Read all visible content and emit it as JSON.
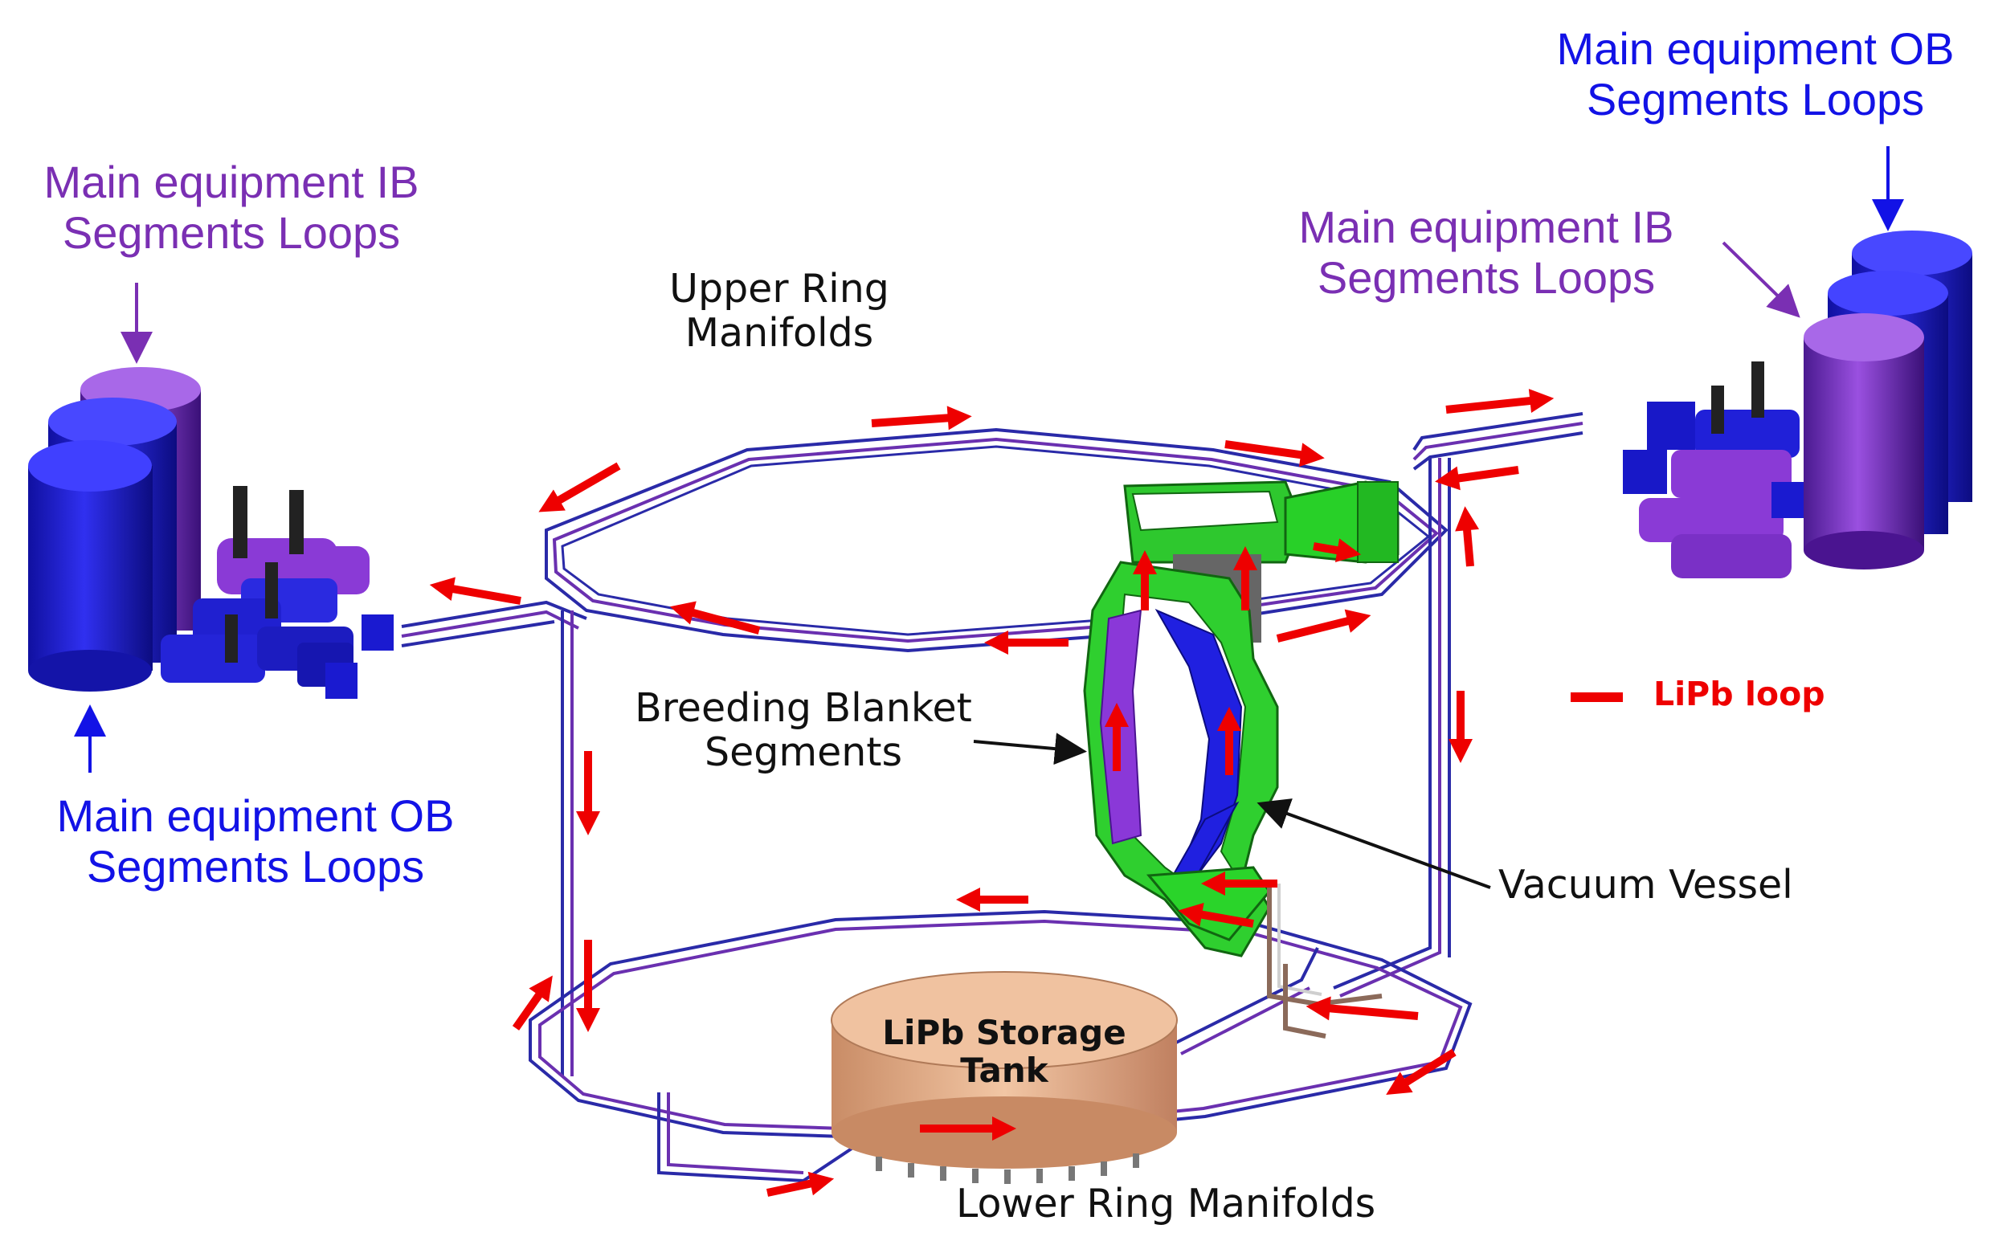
{
  "labels": {
    "ib_left": [
      "Main equipment IB",
      "Segments Loops"
    ],
    "ob_left": [
      "Main equipment OB",
      "Segments Loops"
    ],
    "ob_right": [
      "Main equipment OB",
      "Segments Loops"
    ],
    "ib_right": [
      "Main equipment IB",
      "Segments Loops"
    ],
    "upper_ring": [
      "Upper  Ring",
      "Manifolds"
    ],
    "breeding_blanket": [
      "Breeding Blanket",
      "Segments"
    ],
    "vacuum_vessel": "Vacuum Vessel",
    "legend": "LiPb loop",
    "storage_tank": [
      "LiPb Storage",
      "Tank"
    ],
    "lower_ring": "Lower  Ring Manifolds"
  },
  "colors": {
    "flow_arrow": "#ee0000",
    "ib_equipment": "#7a2fb3",
    "ob_equipment": "#1818d0",
    "blanket": "#22cc22",
    "tank": "#e9b592",
    "pipe_blue": "#2a2aa8",
    "pipe_purple": "#6a30b0"
  }
}
